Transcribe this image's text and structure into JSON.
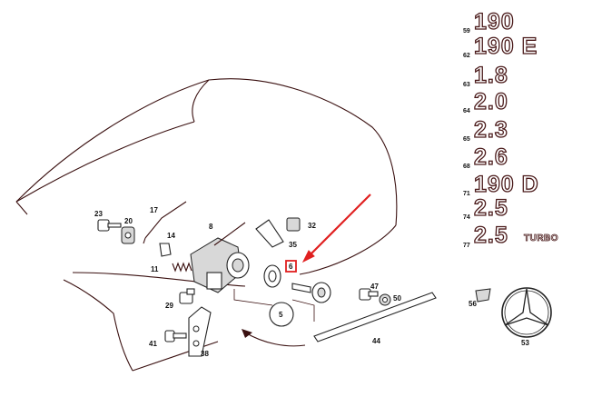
{
  "diagram": {
    "part_labels": {
      "p23": "23",
      "p20": "20",
      "p17": "17",
      "p14": "14",
      "p8": "8",
      "p32": "32",
      "p35": "35",
      "p11": "11",
      "p29": "29",
      "p41": "41",
      "p38": "38",
      "p5": "5",
      "p6": "6",
      "p47": "47",
      "p50": "50",
      "p44": "44",
      "p56": "56",
      "p53": "53"
    },
    "badges": [
      {
        "num": "59",
        "text": "190",
        "suffix": ""
      },
      {
        "num": "62",
        "text": "190 E",
        "suffix": ""
      },
      {
        "num": "63",
        "text": "1.8",
        "suffix": ""
      },
      {
        "num": "64",
        "text": "2.0",
        "suffix": ""
      },
      {
        "num": "65",
        "text": "2.3",
        "suffix": ""
      },
      {
        "num": "68",
        "text": "2.6",
        "suffix": ""
      },
      {
        "num": "71",
        "text": "190 D",
        "suffix": ""
      },
      {
        "num": "74",
        "text": "2.5",
        "suffix": ""
      },
      {
        "num": "77",
        "text": "2.5",
        "suffix": "TURBO"
      }
    ],
    "colors": {
      "highlight": "#e02020",
      "line": "#3a1010"
    }
  }
}
